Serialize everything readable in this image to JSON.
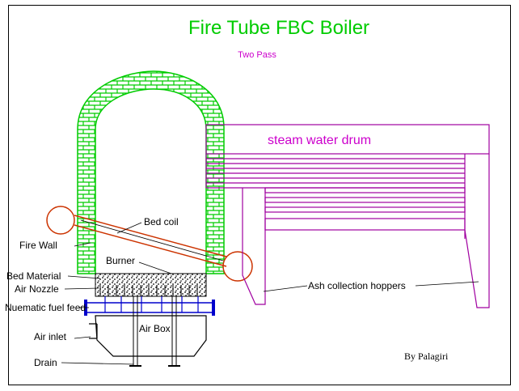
{
  "title": "Fire Tube FBC Boiler",
  "subtitle": "Two Pass",
  "labels": {
    "steam_drum": "steam water drum",
    "bed_coil": "Bed coil",
    "fire_wall": "Fire Wall",
    "burner": "Burner",
    "bed_material": "Bed Material",
    "air_nozzle": "Air Nozzle",
    "pneumatic_feed": "Nuematic fuel feed",
    "air_inlet": "Air inlet",
    "air_box": "Air Box",
    "drain": "Drain",
    "ash_hoppers": "Ash collection hoppers",
    "author": "By Palagiri"
  },
  "colors": {
    "title": "#00cc00",
    "subtitle": "#cc00cc",
    "brick": "#00cc00",
    "drum": "#a000a0",
    "coil": "#cc3300",
    "feed": "#0000cc",
    "outline": "#000000"
  }
}
